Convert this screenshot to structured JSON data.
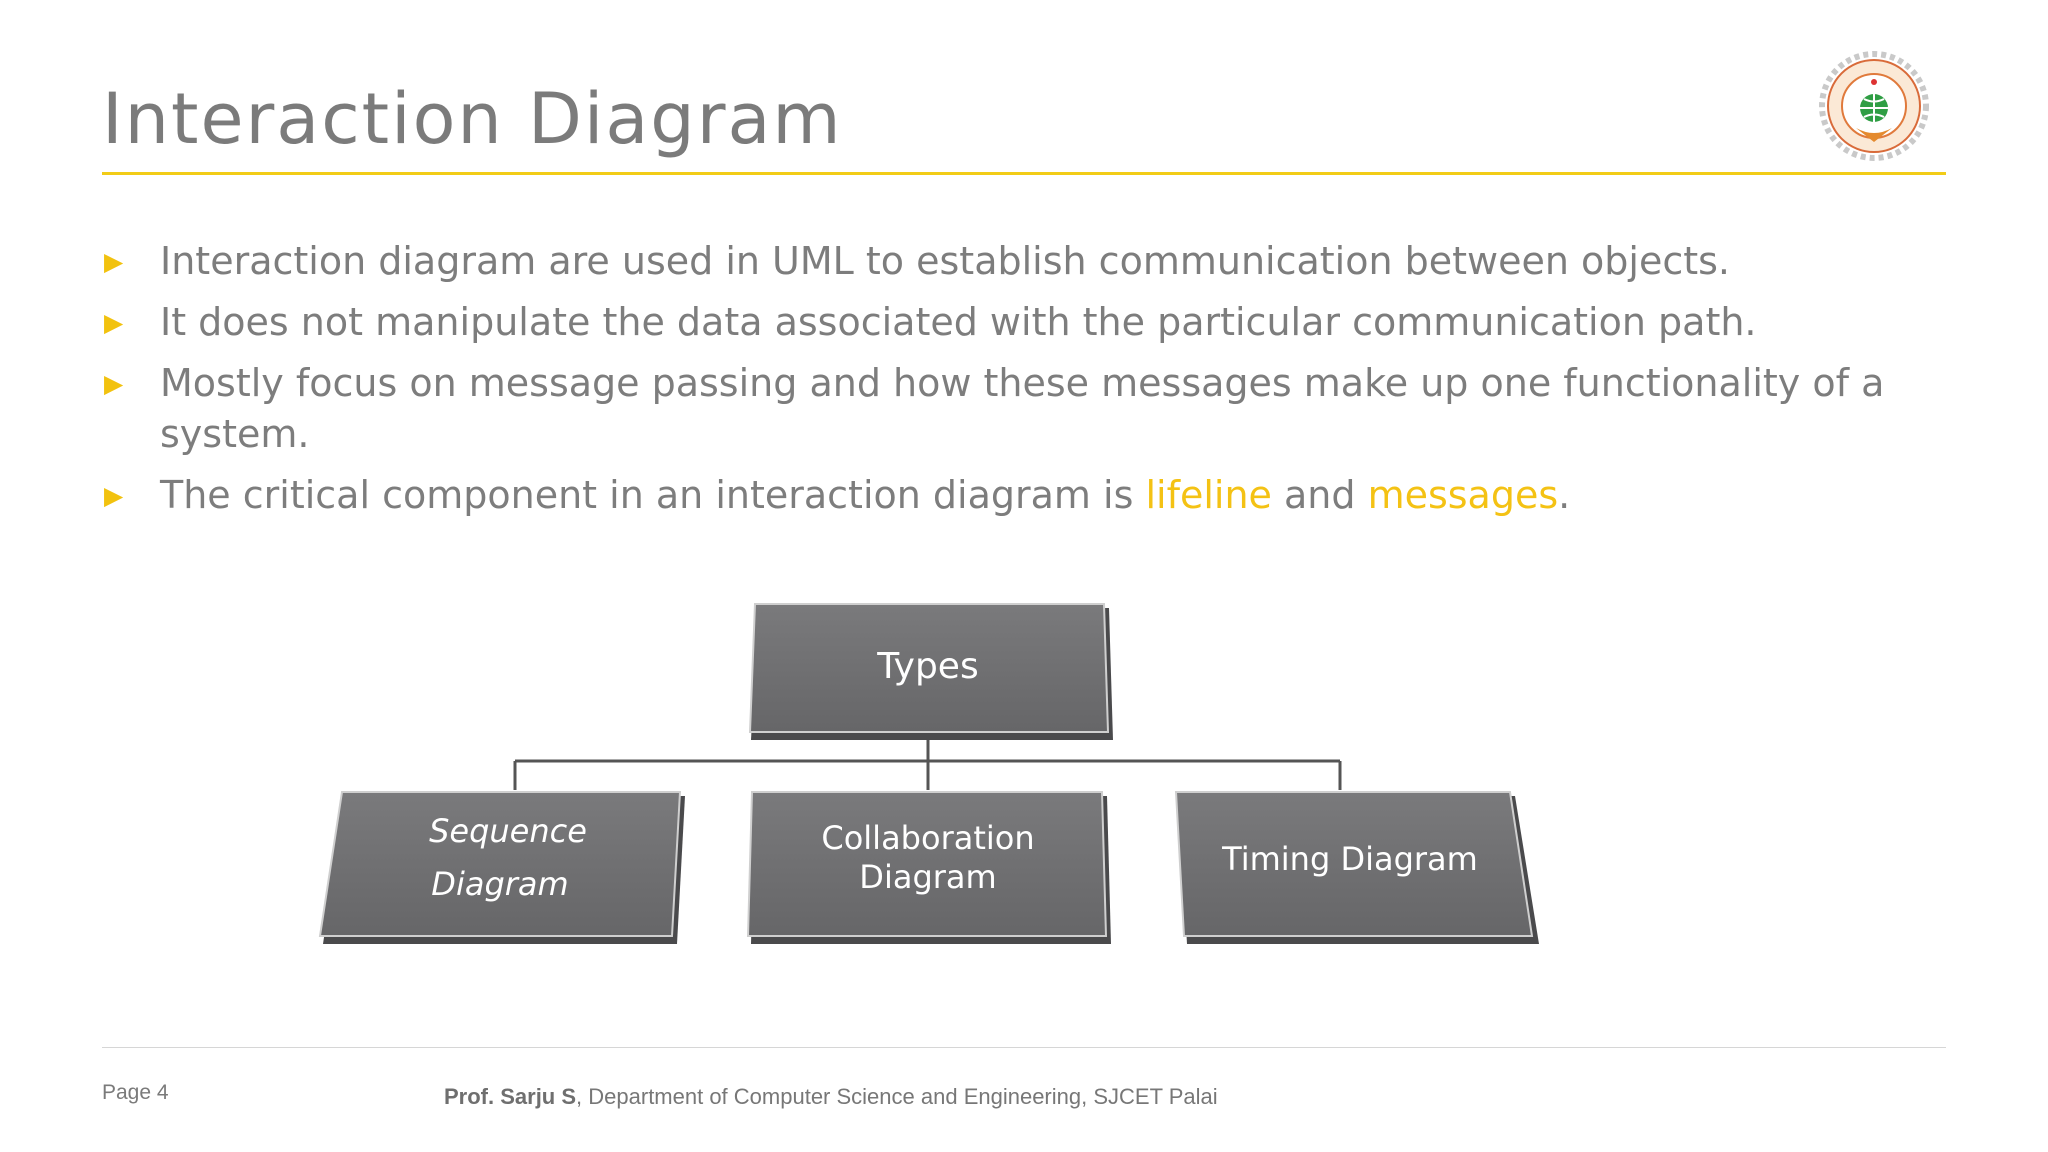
{
  "slide": {
    "title": "Interaction Diagram",
    "bullets": [
      {
        "text": "Interaction diagram are used in UML to establish communication between objects."
      },
      {
        "text": "It does not manipulate the data associated with the particular communication path."
      },
      {
        "text": "Mostly focus on message passing and how these messages make up one functionality of a system."
      },
      {
        "before": "The critical component in an interaction diagram is ",
        "highlight1": "lifeline",
        "middle": " and ",
        "highlight2": "messages",
        "after": "."
      }
    ],
    "bullet_icon": "triangle-right-icon",
    "diagram": {
      "root": "Types",
      "child1_line1": "Sequence",
      "child1_line2": "Diagram",
      "child2_line1": "Collaboration",
      "child2_line2": "Diagram",
      "child3": "Timing Diagram"
    },
    "footer": {
      "page": "Page 4",
      "author": "Prof. Sarju S",
      "affiliation": ", Department of Computer Science and Engineering, SJCET Palai"
    },
    "colors": {
      "accent": "#f2cc17",
      "text": "#7d7d7d",
      "box": "#6f6f71"
    }
  }
}
